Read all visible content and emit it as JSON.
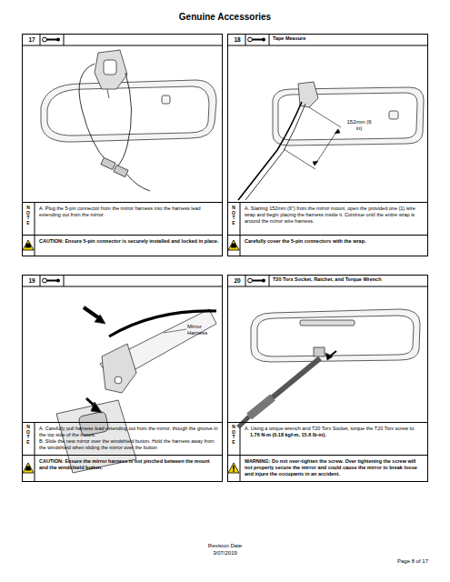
{
  "diagram": {
    "title": "Genuine Accessories",
    "nodes": [
      {
        "text": [
          "17"
        ]
      },
      {
        "text": [
          "A. Plug the 5-pin connector from the mirror harness into the harness lead extending out from the mirror."
        ],
        "in": 0
      },
      {
        "text": [
          "CAUTION: Ensure 5-pin connector is securely installed and locked in place."
        ],
        "in": 0
      },
      {
        "text": [
          "18",
          "Tape Measure"
        ]
      },
      {
        "text": [
          "A. Starting 152mm (6\") from the mirror mount, open the provided one (1) wire wrap and begin placing the harness inside it. Continue until the entire wrap is around the mirror wire harness."
        ],
        "in": 3
      },
      {
        "text": [
          "Carefully cover the 5-pin connectors with the wrap."
        ],
        "in": 3
      },
      {
        "text": [
          "19"
        ]
      },
      {
        "text": [
          "A. Carefully pull harness lead extending out from the mirror, though the groove in the top side of the mount.",
          "B. Slide the new mirror over the windshield button. Hold the harness away from the windshield when sliding the mirror over the button"
        ],
        "in": 6
      },
      {
        "text": [
          "CAUTION: Ensure the mirror harness is not pinched between the mount and the windshield button."
        ],
        "in": 6
      },
      {
        "text": [
          "20",
          "T20 Torx Socket, Ratchet, and Torque Wrench"
        ]
      },
      {
        "text": [
          "A. Using a torque wrench and T20 Torx Socket, torque the T20 Torx screw to:",
          "1.76 N-m (0.18 kgf-m, 15.6 lb-in)."
        ],
        "in": 9
      },
      {
        "text": [
          "WARNING: Do not over-tighten the screw. Over tightening the screw will not properly secure the mirror and could cause the mirror to break loose and injure the occupants in an accident."
        ],
        "in": 9
      }
    ],
    "labels": [
      "152mm (6 in)",
      "Mirror Harness",
      "NOTE",
      "NOTE",
      "NOTE",
      "NOTE",
      "Revision Date",
      "3/07/2019",
      "Page 8 of 17"
    ]
  }
}
